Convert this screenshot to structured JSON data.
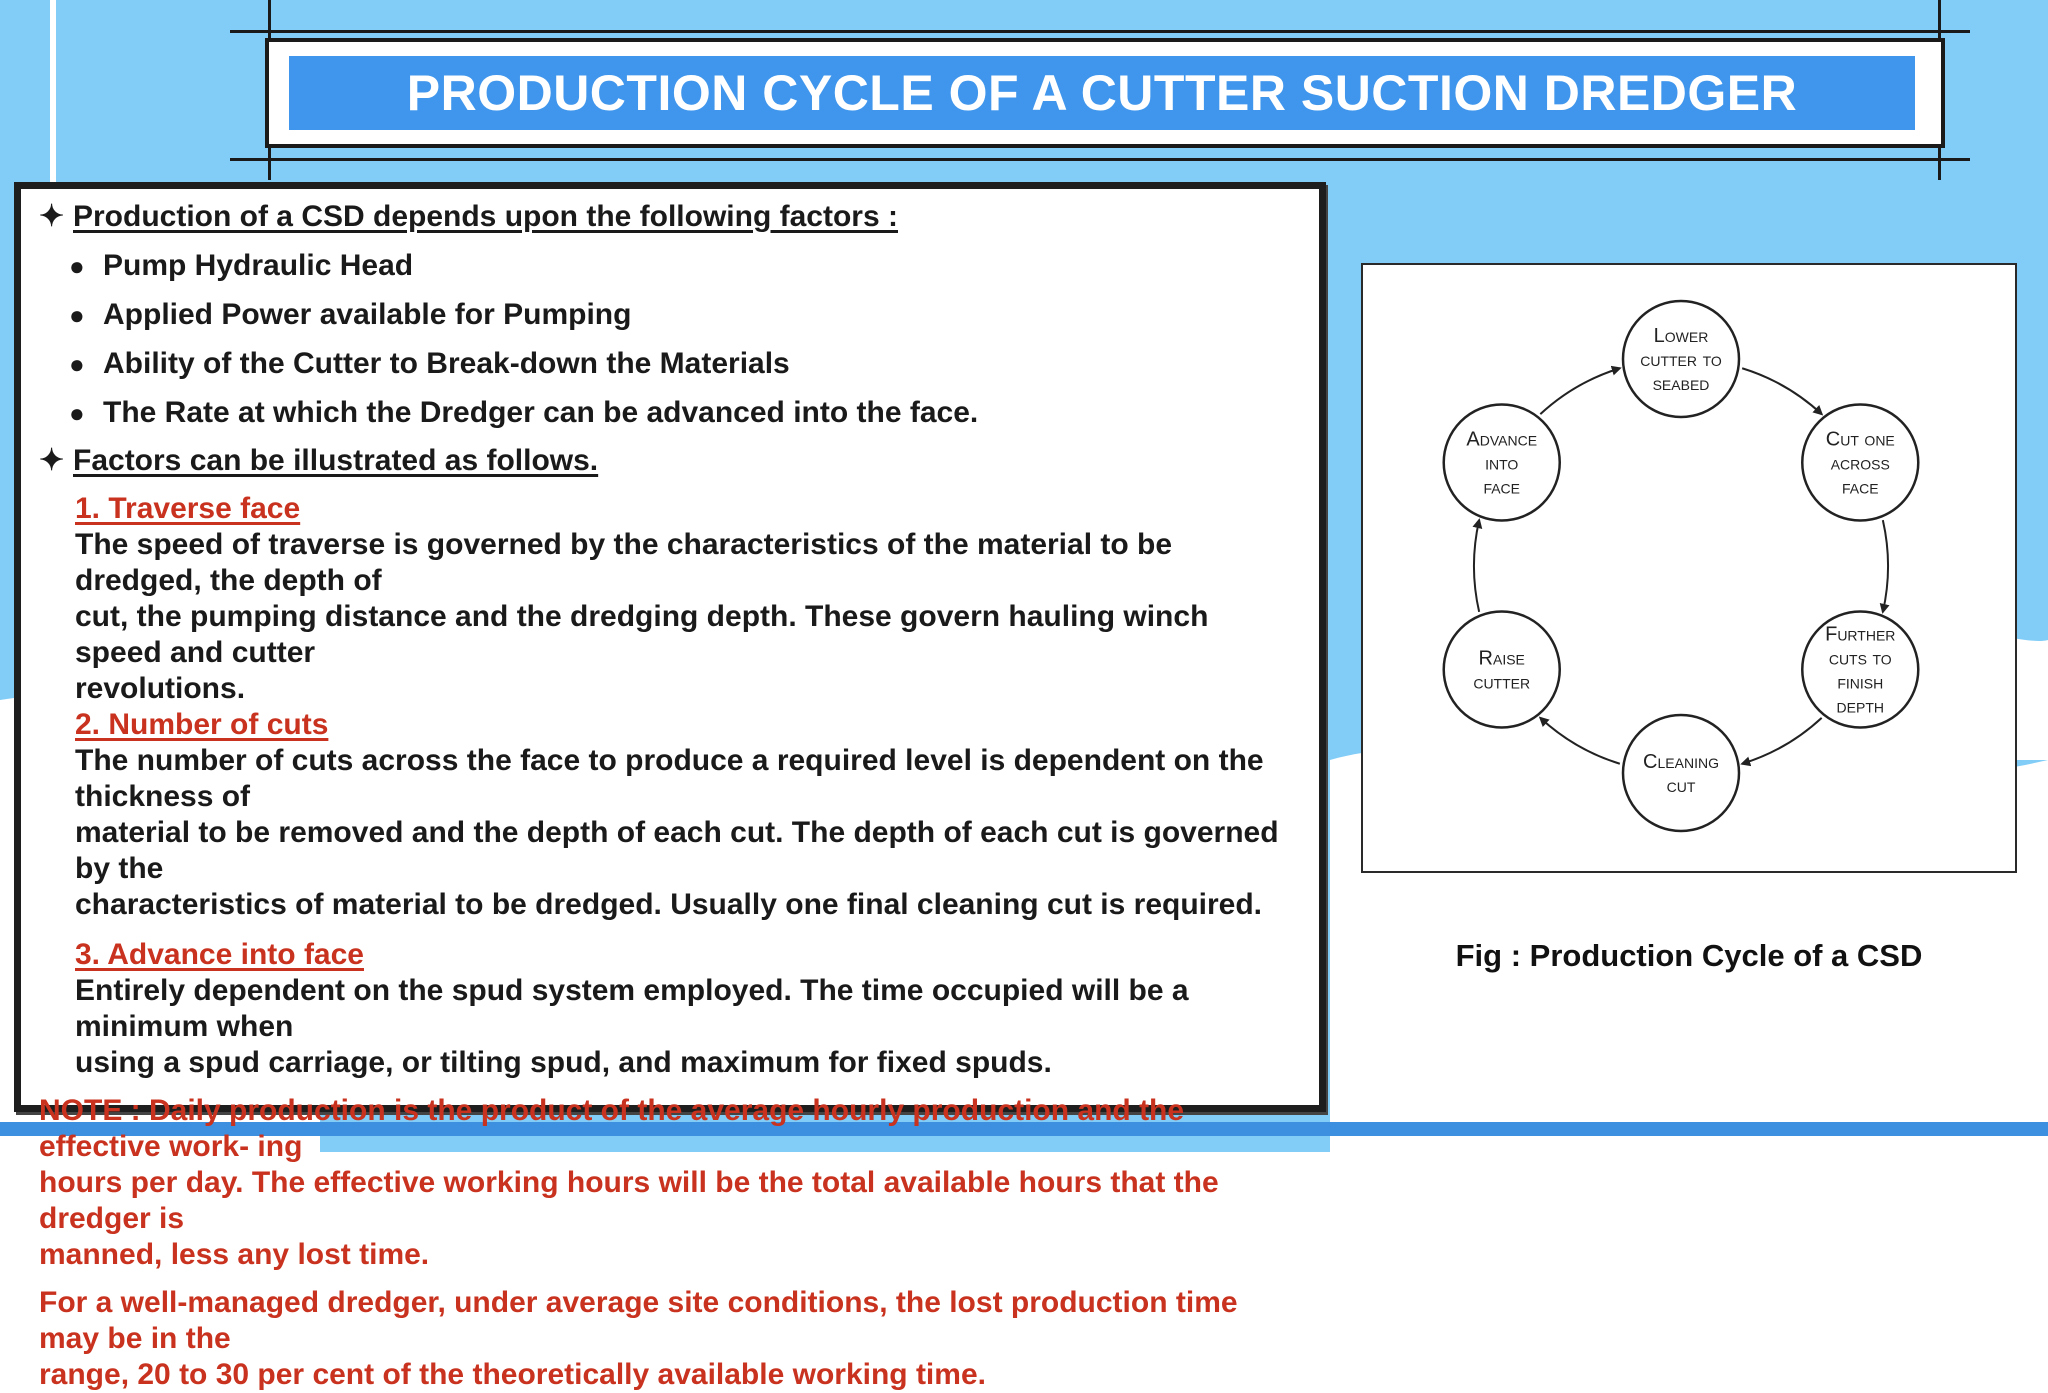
{
  "title": "PRODUCTION CYCLE OF A CUTTER SUCTION DREDGER",
  "section1": {
    "heading": "Production of a CSD depends upon the following factors :",
    "bullets": [
      "Pump Hydraulic Head",
      "Applied Power available for Pumping",
      "Ability of the Cutter to Break-down the Materials",
      "The Rate at which the Dredger can be advanced into the face."
    ]
  },
  "section2": {
    "heading": "Factors can be illustrated as follows.",
    "factors": [
      {
        "title": "1.  Traverse face",
        "lines": [
          "The speed of traverse is governed by the characteristics of the material to be dredged, the depth of",
          "cut, the pumping distance and the dredging depth. These govern hauling winch speed and cutter",
          "revolutions."
        ]
      },
      {
        "title": "2.  Number of cuts",
        "lines": [
          "The number of cuts across the face to produce a required level is dependent on the thickness of",
          "material to be removed and the depth of each cut. The depth of each cut is governed by the",
          "characteristics of material to be dredged. Usually one final cleaning cut is required."
        ]
      },
      {
        "title": "3. Advance into face",
        "lines": [
          "Entirely dependent on the spud system employed. The time occupied will be a minimum when",
          "using a spud carriage, or tilting spud, and maximum for fixed spuds."
        ]
      }
    ]
  },
  "notes": [
    [
      "NOTE : Daily production is the product of the average hourly production and the effective work- ing",
      "hours per day. The effective working hours will be the total available hours that the dredger is",
      "manned, less any lost time."
    ],
    [
      "For a well-managed dredger, under average site conditions, the lost production time may be in the",
      "range, 20 to 30 per cent of the theoretically available working time."
    ]
  ],
  "diagram": {
    "nodes": [
      {
        "id": "lower",
        "lines": [
          "Lower",
          "cutter to",
          "seabed"
        ]
      },
      {
        "id": "cut-one",
        "lines": [
          "Cut one",
          "across",
          "face"
        ]
      },
      {
        "id": "further",
        "lines": [
          "Further",
          "cuts to",
          "finish",
          "depth"
        ]
      },
      {
        "id": "cleaning",
        "lines": [
          "Cleaning",
          "cut"
        ]
      },
      {
        "id": "raise",
        "lines": [
          "Raise",
          "cutter"
        ]
      },
      {
        "id": "advance",
        "lines": [
          "Advance",
          "into",
          "face"
        ]
      }
    ],
    "caption": "Fig : Production Cycle of a CSD"
  },
  "colors": {
    "sky": "#82cdf7",
    "banner": "#3f96ec",
    "accent_red": "#c8321e",
    "bottom_stripe": "#3d8fe0"
  }
}
